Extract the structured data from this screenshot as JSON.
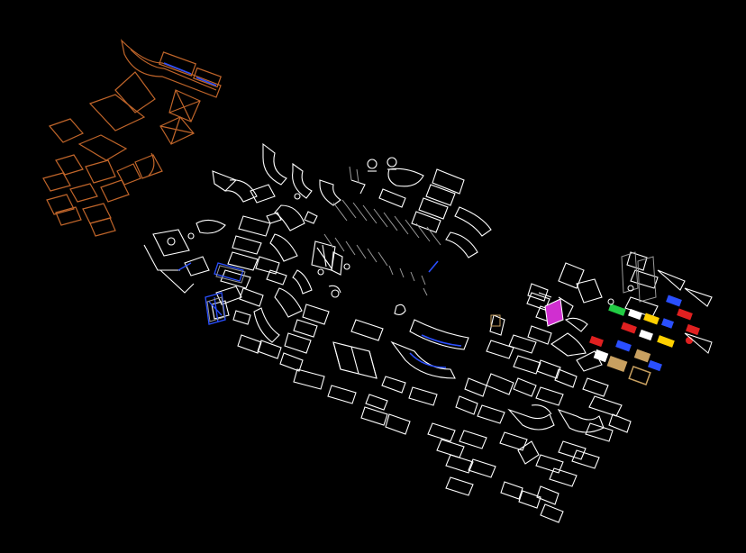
{
  "viewport": {
    "background": "#000000",
    "content": "cad-isometric-drawing"
  },
  "palette": {
    "line_white": "#ffffff",
    "line_orange": "#c0652a",
    "line_blue": "#2a4fff",
    "line_gray": "#9a9a9a",
    "accent_magenta": "#d02fd0",
    "accent_red": "#e02020",
    "accent_green": "#22cc44",
    "accent_yellow": "#ffd000",
    "accent_tan": "#c8a060"
  },
  "groups": [
    {
      "name": "orange-furniture-group",
      "color": "line_orange"
    },
    {
      "name": "white-furniture-group-left",
      "color": "line_white"
    },
    {
      "name": "white-furniture-group-center",
      "color": "line_white"
    },
    {
      "name": "white-furniture-group-right",
      "color": "line_white"
    },
    {
      "name": "colored-detail-cluster",
      "color": "mixed"
    }
  ]
}
